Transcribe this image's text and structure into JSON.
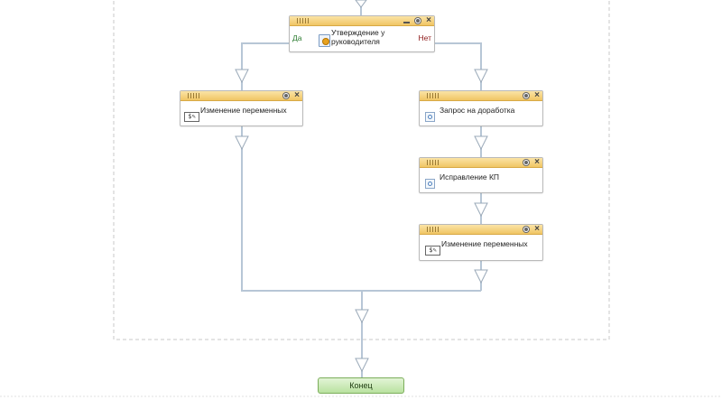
{
  "diagram": {
    "approval_block": {
      "title": "Утверждение у руководителя",
      "yes_label": "Да",
      "no_label": "Нет",
      "icon": "approval-icon"
    },
    "left_branch": [
      {
        "title": "Изменение переменных",
        "icon": "variables-icon"
      }
    ],
    "right_branch": [
      {
        "title": "Запрос на доработка",
        "icon": "task-icon"
      },
      {
        "title": "Исправление КП",
        "icon": "task-icon"
      },
      {
        "title": "Изменение переменных",
        "icon": "variables-icon"
      }
    ],
    "end_node": {
      "label": "Конец"
    },
    "variables_icon_glyph": "$✎",
    "colors": {
      "block_header": "#f0c564",
      "connector": "#b7c6d6",
      "end_node": "#b9e2a0",
      "yes": "#2e7d32",
      "no": "#8e1a1a"
    }
  }
}
